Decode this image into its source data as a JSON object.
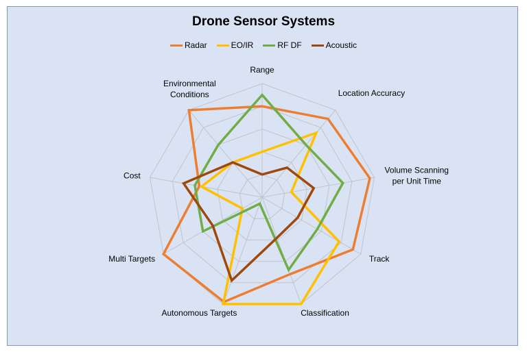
{
  "chart_data": {
    "type": "radar",
    "title": "Drone Sensor Systems",
    "legend_position": "top",
    "categories": [
      [
        "Range"
      ],
      [
        "Location Accuracy"
      ],
      [
        "Volume Scanning",
        "per Unit Time"
      ],
      [
        "Track"
      ],
      [
        "Classification"
      ],
      [
        "Autonomous Targets"
      ],
      [
        "Multi Targets"
      ],
      [
        "Cost"
      ],
      [
        "Environmental",
        "Conditions"
      ]
    ],
    "rlim": [
      0,
      5
    ],
    "grid_rings": 5,
    "series": [
      {
        "name": "Radar",
        "color": "#ed7d31",
        "values": [
          4.0,
          4.5,
          4.8,
          4.6,
          3.6,
          4.9,
          5.0,
          2.8,
          5.0
        ]
      },
      {
        "name": "EO/IR",
        "color": "#ffc000",
        "values": [
          2.0,
          3.7,
          1.3,
          3.9,
          5.0,
          5.0,
          1.0,
          2.7,
          2.0
        ]
      },
      {
        "name": "RF DF",
        "color": "#70ad47",
        "values": [
          4.5,
          3.0,
          3.6,
          2.8,
          3.4,
          0.3,
          3.0,
          3.0,
          3.0
        ]
      },
      {
        "name": "Acoustic",
        "color": "#9e480e",
        "values": [
          1.0,
          1.7,
          2.3,
          1.8,
          1.9,
          3.9,
          2.5,
          3.5,
          2.0
        ]
      }
    ]
  }
}
